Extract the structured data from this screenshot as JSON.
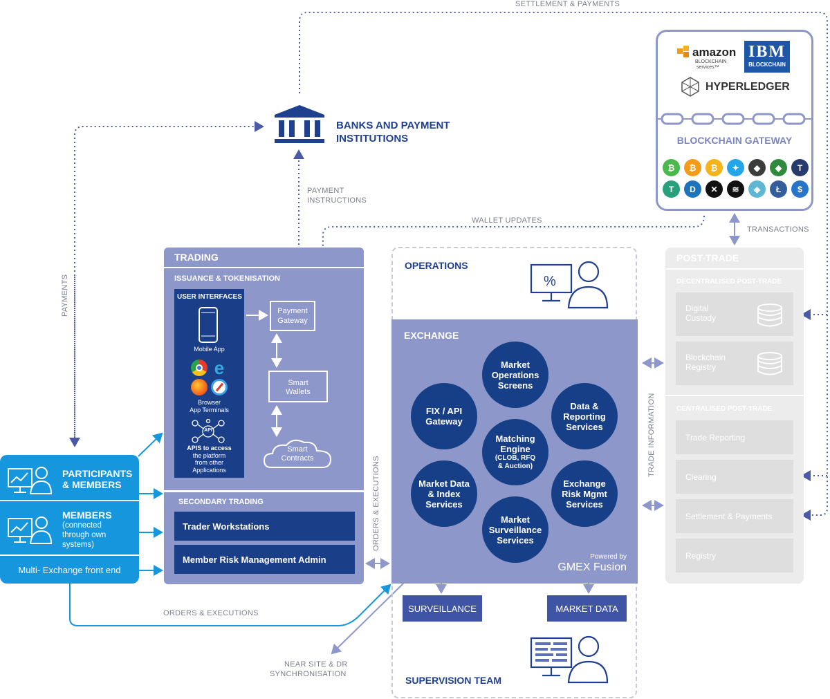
{
  "flows": {
    "settlement_payments": "SETTLEMENT & PAYMENTS",
    "payments": "PAYMENTS",
    "payment_instructions_1": "PAYMENT",
    "payment_instructions_2": "INSTRUCTIONS",
    "wallet_updates": "WALLET UPDATES",
    "transactions": "TRANSACTIONS",
    "orders_executions_v": "ORDERS & EXECUTIONS",
    "trade_information": "TRADE INFORMATION",
    "orders_executions_h": "ORDERS & EXECUTIONS",
    "near_site_1": "NEAR SITE & DR",
    "near_site_2": "SYNCHRONISATION"
  },
  "banks": {
    "line1": "BANKS AND PAYMENT",
    "line2": "INSTITUTIONS"
  },
  "blockchain": {
    "amazon": "amazon",
    "amazon_sub1": "BLOCKCHAIN",
    "amazon_sub2": "services™",
    "ibm": "IBM",
    "ibm_sub": "BLOCKCHAIN",
    "hyperledger": "HYPERLEDGER",
    "gateway_title": "BLOCKCHAIN GATEWAY",
    "coins": [
      {
        "glyph": "₿",
        "color": "#4ab84a"
      },
      {
        "glyph": "₿",
        "color": "#f39c1a"
      },
      {
        "glyph": "₿",
        "color": "#f5b31b"
      },
      {
        "glyph": "✦",
        "color": "#23a6e8"
      },
      {
        "glyph": "◆",
        "color": "#3c3c3d"
      },
      {
        "glyph": "◆",
        "color": "#2f8a3c"
      },
      {
        "glyph": "T",
        "color": "#263a6b"
      },
      {
        "glyph": "T",
        "color": "#26a17b"
      },
      {
        "glyph": "D",
        "color": "#1c75bc"
      },
      {
        "glyph": "✕",
        "color": "#111111"
      },
      {
        "glyph": "≋",
        "color": "#111111"
      },
      {
        "glyph": "◈",
        "color": "#5fb7d6"
      },
      {
        "glyph": "Ł",
        "color": "#345d9d"
      },
      {
        "glyph": "$",
        "color": "#2775ca"
      }
    ]
  },
  "trading": {
    "title": "TRADING",
    "issuance": "ISSUANCE & TOKENISATION",
    "user_interfaces": "USER INTERFACES",
    "mobile_app": "Mobile App",
    "browser_1": "Browser",
    "browser_2": "App Terminals",
    "api_badge": "API",
    "apis_1": "APIS to access",
    "apis_2": "the platform",
    "apis_3": "from other",
    "apis_4": "Applications",
    "payment_gateway_1": "Payment",
    "payment_gateway_2": "Gateway",
    "smart_wallets_1": "Smart",
    "smart_wallets_2": "Wallets",
    "smart_contracts_1": "Smart",
    "smart_contracts_2": "Contracts",
    "secondary": "SECONDARY TRADING",
    "trader_workstations": "Trader Workstations",
    "member_risk": "Member Risk Management Admin"
  },
  "left": {
    "participants_1": "PARTICIPANTS",
    "participants_2": "& MEMBERS",
    "members": "MEMBERS",
    "members_sub1": "(connected",
    "members_sub2": "through own",
    "members_sub3": "systems)",
    "multi_exchange": "Multi- Exchange front end"
  },
  "operations": {
    "title": "OPERATIONS"
  },
  "exchange": {
    "title": "EXCHANGE",
    "market_ops": [
      "Market",
      "Operations",
      "Screens"
    ],
    "fix_api": [
      "FIX / API",
      "Gateway"
    ],
    "data_reporting": [
      "Data &",
      "Reporting",
      "Services"
    ],
    "matching": [
      "Matching",
      "Engine"
    ],
    "matching_sub": [
      "(CLOB, RFQ",
      "& Auction)"
    ],
    "market_data_index": [
      "Market Data",
      "& Index",
      "Services"
    ],
    "exchange_risk": [
      "Exchange",
      "Risk Mgmt",
      "Services"
    ],
    "market_surv": [
      "Market",
      "Surveillance",
      "Services"
    ],
    "powered_by": "Powered by",
    "gmex": "GMEX Fusion"
  },
  "bottom": {
    "surveillance": "SURVEILLANCE",
    "market_data": "MARKET DATA",
    "supervision": "SUPERVISION TEAM"
  },
  "post_trade": {
    "title": "POST-TRADE",
    "decentralised": "DECENTRALISED POST-TRADE",
    "digital_custody_1": "Digital",
    "digital_custody_2": "Custody",
    "blockchain_registry_1": "Blockchain",
    "blockchain_registry_2": "Registry",
    "centralised": "CENTRALISED POST-TRADE",
    "trade_reporting": "Trade Reporting",
    "clearing": "Clearing",
    "settlement": "Settlement & Payments",
    "registry": "Registry"
  },
  "colors": {
    "navy": "#1a3f88",
    "trading_purple": "#8e97c9",
    "bright_blue": "#1596dd",
    "grey_panel": "#ececec",
    "dotted": "#4a5aa8"
  }
}
